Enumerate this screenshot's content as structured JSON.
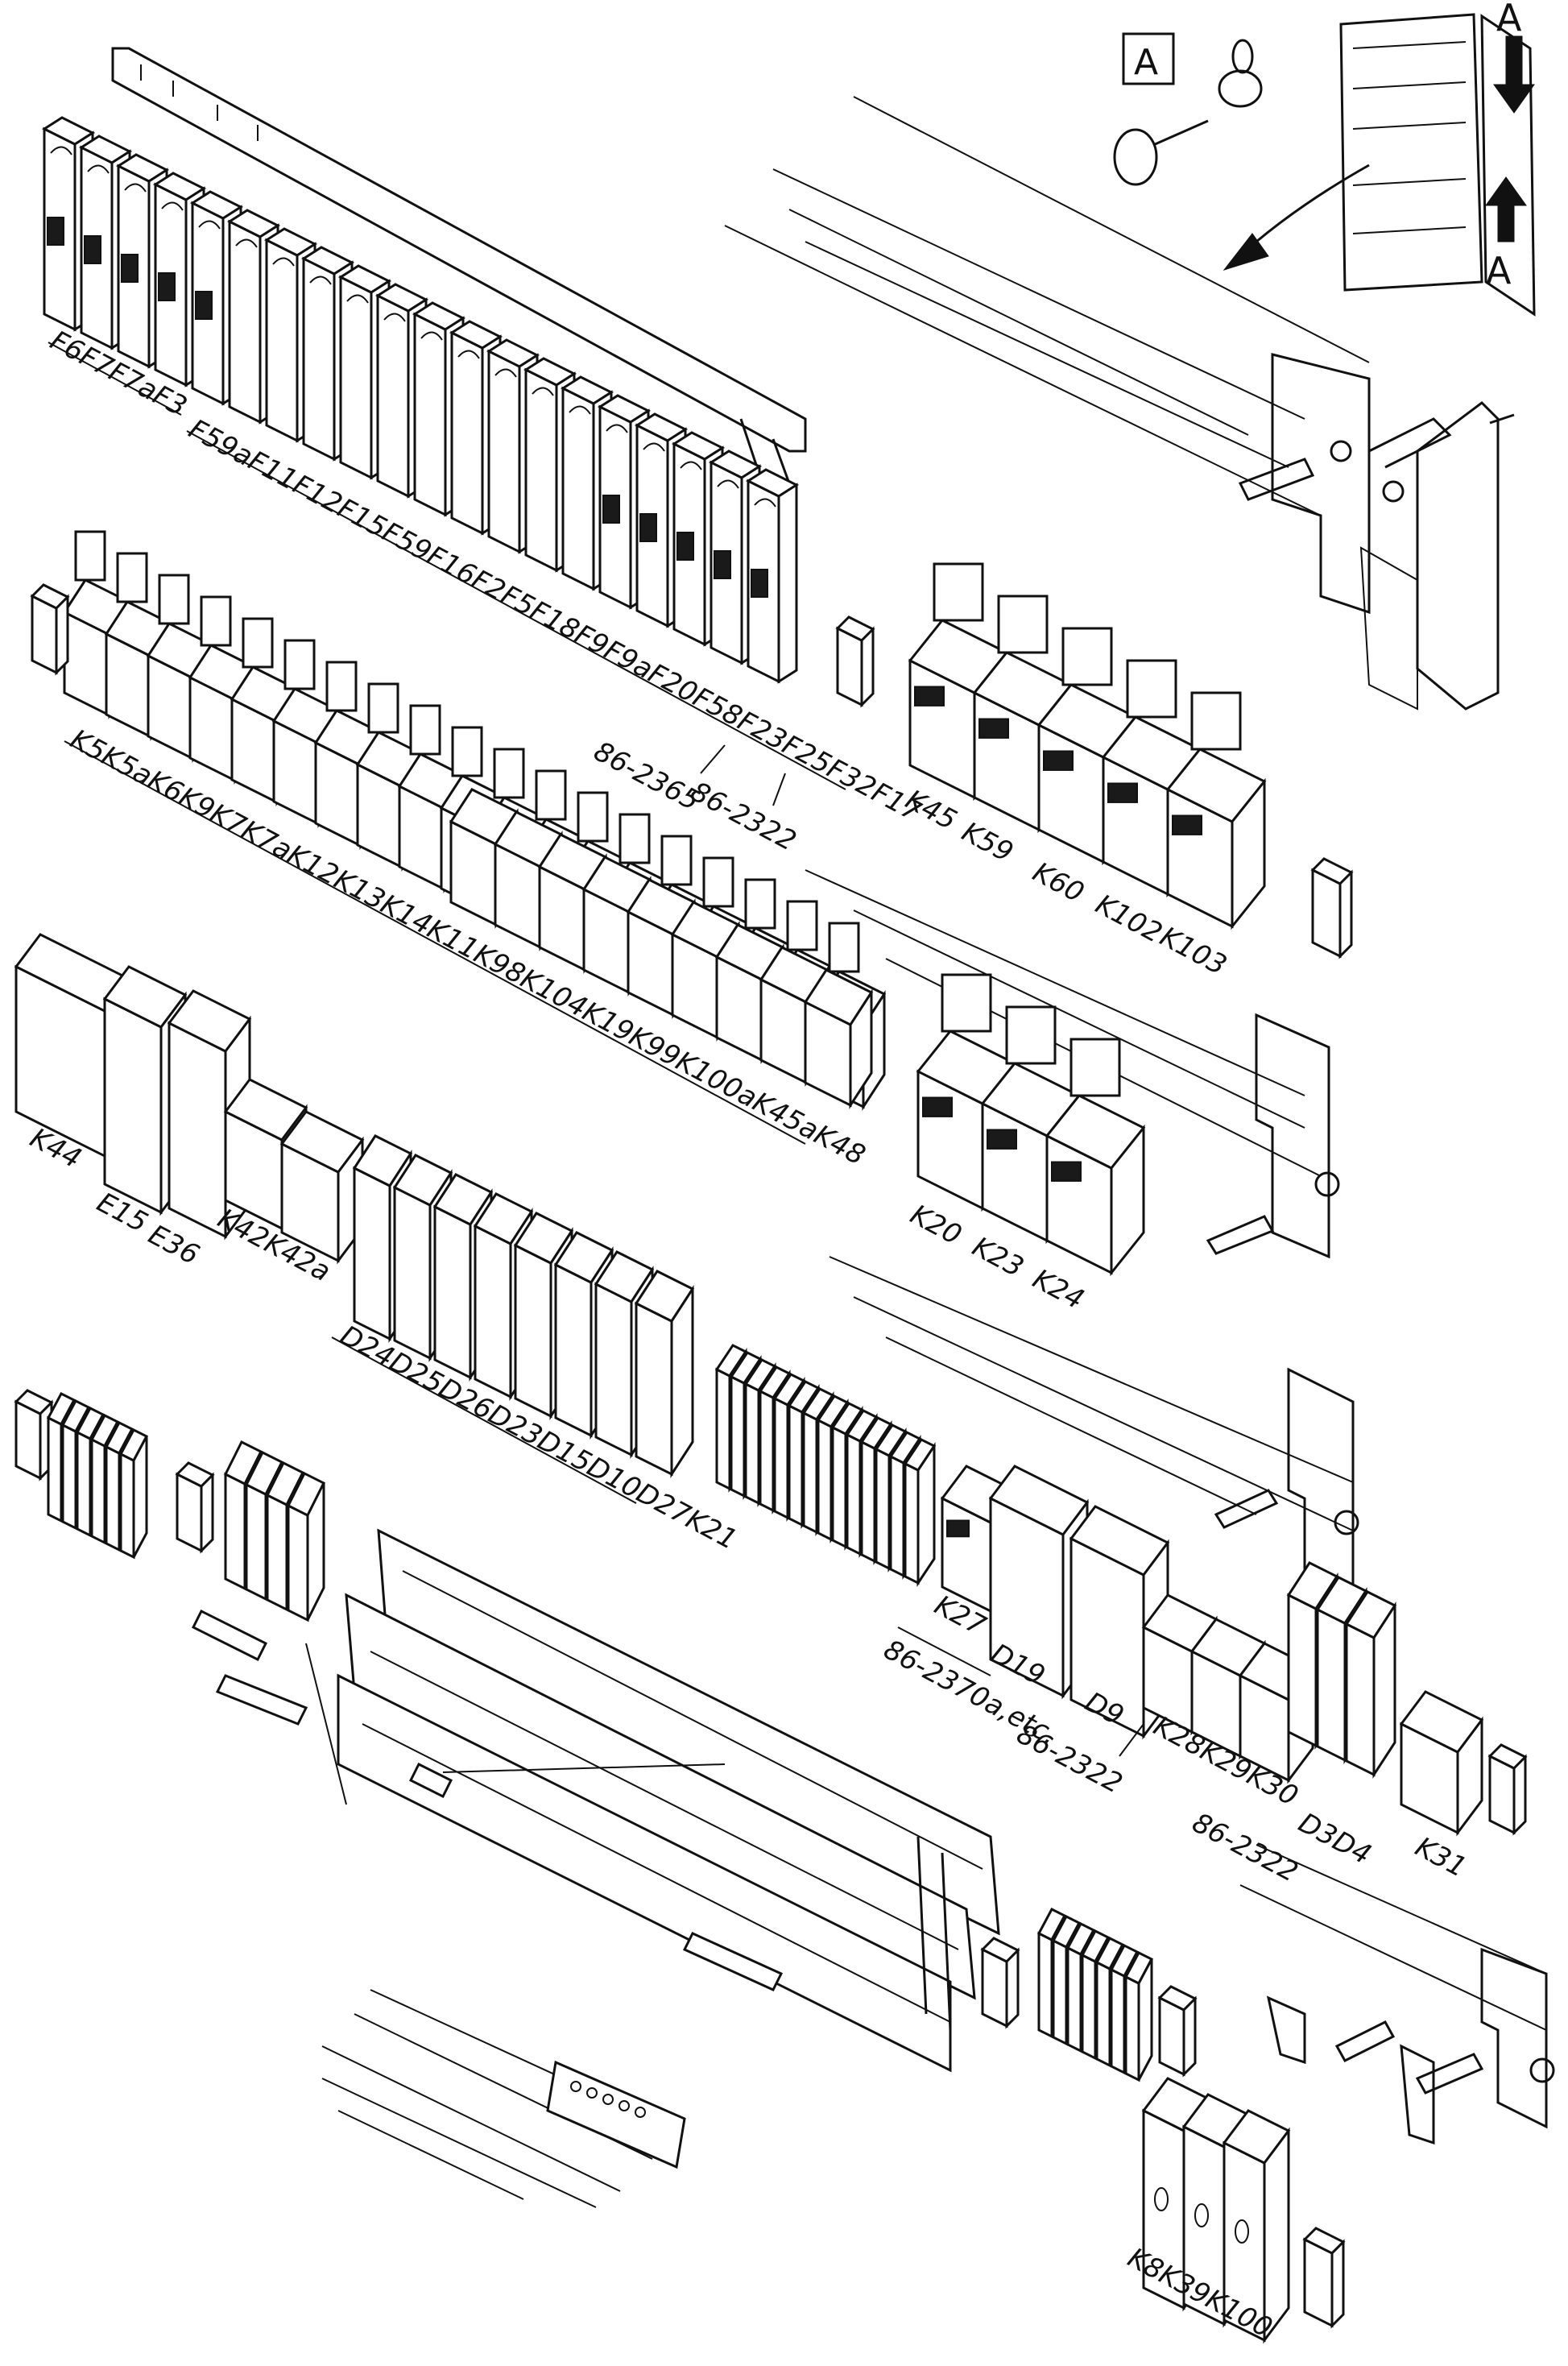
{
  "view_marker": "A",
  "arrow_labels": [
    "A",
    "A"
  ],
  "fuse_row_labels": [
    "F6F7F7aF3",
    "F59aF11F12F15F59F16F2F5F18F9F9aF20F58F23F25F32F17"
  ],
  "part_numbers": {
    "p1": "86-2365",
    "p2": "86-2322",
    "p3": "86-2370a,etc.",
    "p4": "86-2322",
    "p5": "86-2322"
  },
  "relay_row_1": "K5K5aK6K9K7K7aK12K13K14K11K98K104K19K99K100aK45aK48",
  "right_block_1": [
    "K45",
    "K59",
    "K60",
    "K102",
    "K103"
  ],
  "left_block_2": [
    "K44",
    "E15",
    "E36",
    "K42K42a"
  ],
  "right_block_2": [
    "K20",
    "K23",
    "K24"
  ],
  "diode_row": "D24D25D26D23D15D10D27K21",
  "lower_right": {
    "k27": "K27",
    "d19": "D19",
    "d9": "D9",
    "k28_30": "K28K29K30",
    "d3d4": "D3D4",
    "k31": "K31"
  },
  "bottom_relays": "K8K39K100"
}
